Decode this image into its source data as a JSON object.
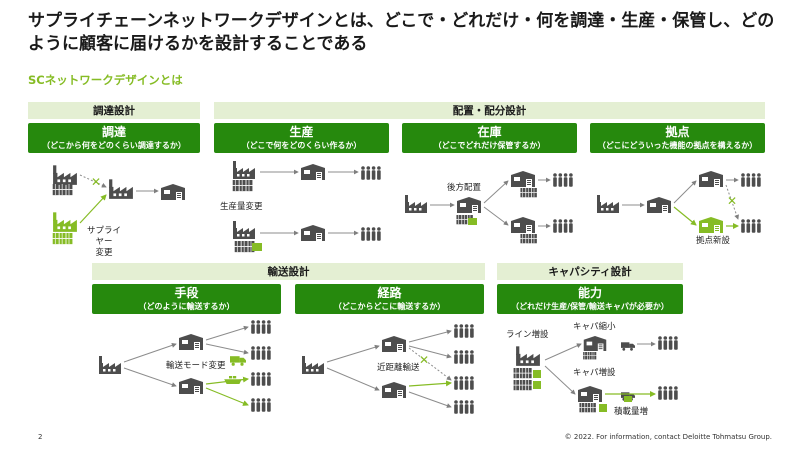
{
  "title": "サプライチェーンネットワークデザインとは、どこで・どれだけ・何を調達・生産・保管し、どのように顧客に届けるかを設計することである",
  "subtitle": "SCネットワークデザインとは",
  "bands": {
    "procurement_design": "調達設計",
    "placement_design": "配置・配分設計",
    "transport_design": "輸送設計",
    "capacity_design": "キャパシティ設計"
  },
  "panels": {
    "procurement": {
      "title": "調達",
      "sub": "（どこから何をどのくらい調達するか）"
    },
    "production": {
      "title": "生産",
      "sub": "（どこで何をどのくらい作るか）"
    },
    "inventory": {
      "title": "在庫",
      "sub": "（どこでどれだけ保管するか）"
    },
    "base": {
      "title": "拠点",
      "sub": "（どこにどういった機能の拠点を構えるか）"
    },
    "means": {
      "title": "手段",
      "sub": "（どのように輸送するか）"
    },
    "route": {
      "title": "経路",
      "sub": "（どこからどこに輸送するか）"
    },
    "capability": {
      "title": "能力",
      "sub": "（どれだけ生産/保管/輸送キャパが必要か）"
    }
  },
  "labels": {
    "supplier_change": "サプライヤー\n変更",
    "production_volume_change": "生産量変更",
    "postponement": "後方配置",
    "new_base": "拠点新設",
    "mode_change": "輸送モード変更",
    "short_distance": "近距離輸送",
    "line_expansion": "ライン増設",
    "capacity_reduction": "キャパ縮小",
    "capacity_expansion": "キャパ増設",
    "load_increase": "積載量増"
  },
  "footer": {
    "page_number": "2",
    "copyright": "© 2022. For information, contact Deloitte Tohmatsu Group."
  },
  "colors": {
    "dark_green": "#26890d",
    "light_green": "#86bc25",
    "band_bg": "#e4efd3",
    "icon_gray": "#4d4d4d",
    "arrow_gray": "#8c8c8c"
  }
}
